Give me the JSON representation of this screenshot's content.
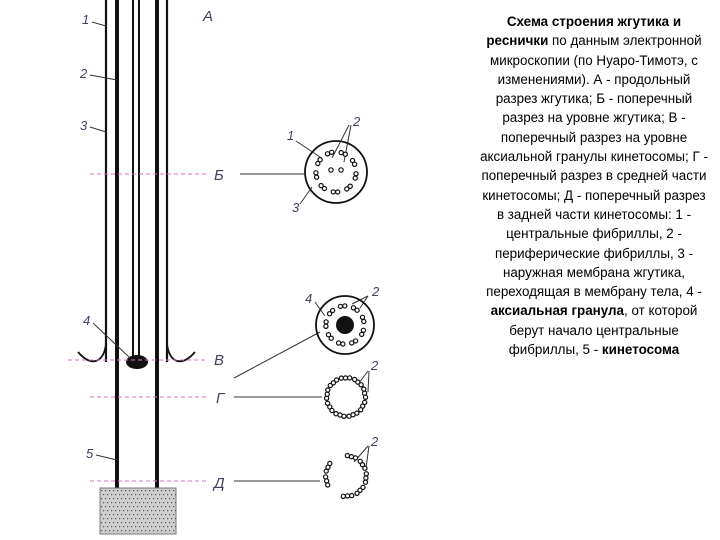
{
  "figure": {
    "section_letters": [
      "А",
      "Б",
      "В",
      "Г",
      "Д"
    ],
    "part_numbers": [
      "1",
      "2",
      "3",
      "4",
      "5"
    ]
  },
  "caption": {
    "title_bold": "Схема строения жгутика и реснички",
    "text_1": " по данным электронной микроскопии (по Нуаро-Тимотэ, с изменениями). А - продольный разрез жгутика; Б - поперечный разрез на уровне жгутика; В - поперечный разрез на уровне аксиальной гранулы кинетосомы; Г - поперечный разрез в средней части кинетосомы; Д - поперечный разрез в задней части кинетосомы: 1 - центральные фибриллы, 2 - периферические фибриллы, 3 - наружная мембрана жгутика, переходящая в мембрану тела, 4 - ",
    "term_4": "аксиальная гранула",
    "text_2": ", от которой берут начало центральные фибриллы, 5 - ",
    "term_5": "кинетосома"
  },
  "colors": {
    "ink": "#111111",
    "label": "#3f3f60",
    "dashed_guide": "#e070c0"
  }
}
